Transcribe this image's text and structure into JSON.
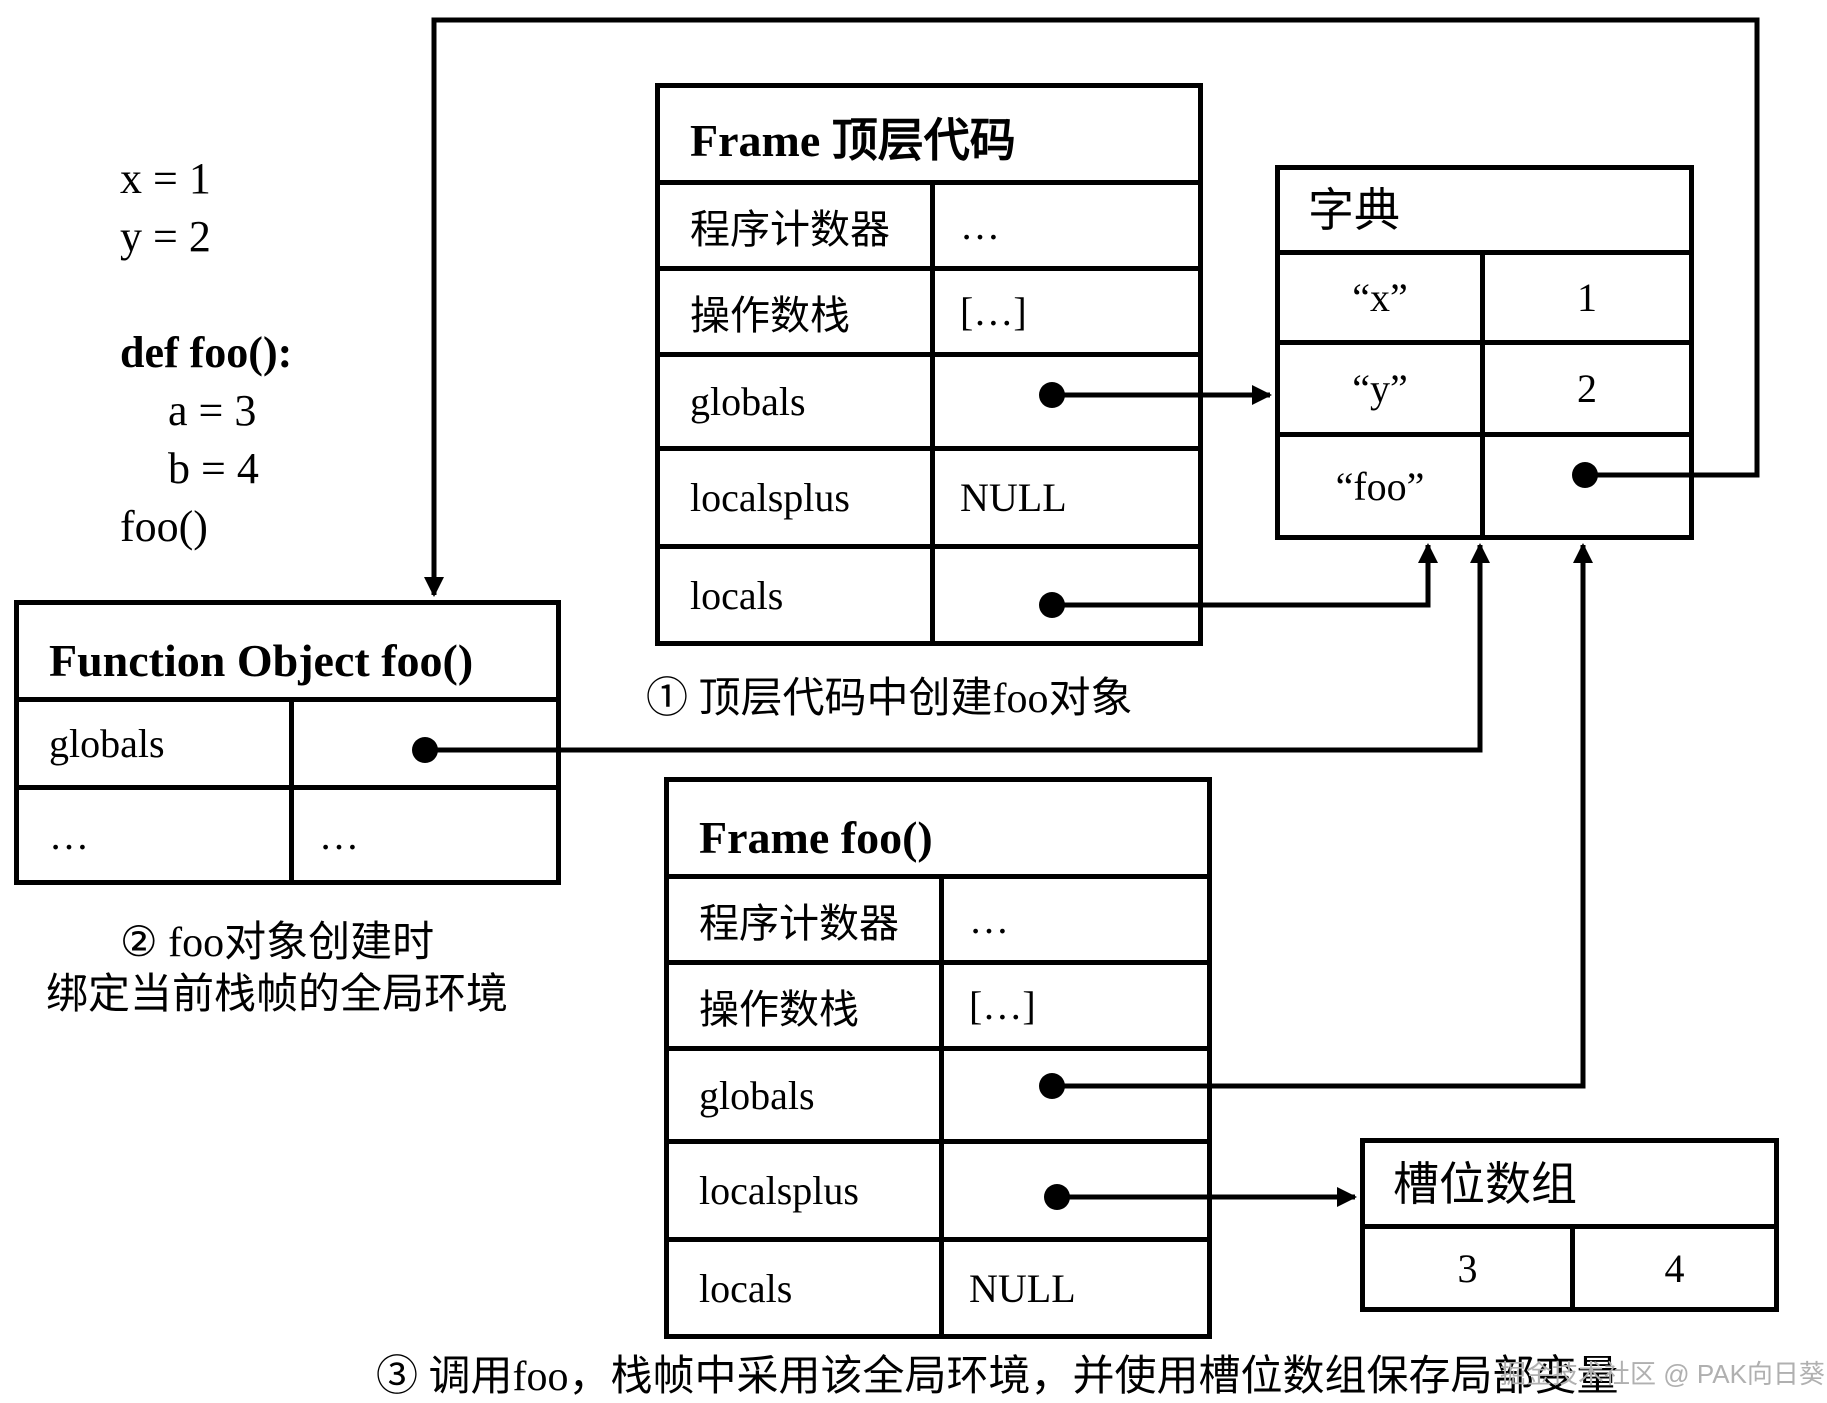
{
  "code": {
    "line1": "x = 1",
    "line2": "y = 2",
    "line3": "def foo():",
    "line4": "a = 3",
    "line5": "b = 4",
    "line6": "foo()"
  },
  "frame_top": {
    "title": "Frame 顶层代码",
    "rows": [
      {
        "label": "程序计数器",
        "value": "…"
      },
      {
        "label": "操作数栈",
        "value": "[…]"
      },
      {
        "label": "globals",
        "value": ""
      },
      {
        "label": "localsplus",
        "value": "NULL"
      },
      {
        "label": "locals",
        "value": ""
      }
    ]
  },
  "dict": {
    "title": "字典",
    "rows": [
      {
        "key": "“x”",
        "value": "1"
      },
      {
        "key": "“y”",
        "value": "2"
      },
      {
        "key": "“foo”",
        "value": ""
      }
    ]
  },
  "function_object": {
    "title": "Function Object foo()",
    "rows": [
      {
        "label": "globals",
        "value": ""
      },
      {
        "label": "…",
        "value": "…"
      }
    ]
  },
  "frame_foo": {
    "title": "Frame foo()",
    "rows": [
      {
        "label": "程序计数器",
        "value": "…"
      },
      {
        "label": "操作数栈",
        "value": "[…]"
      },
      {
        "label": "globals",
        "value": ""
      },
      {
        "label": "localsplus",
        "value": ""
      },
      {
        "label": "locals",
        "value": "NULL"
      }
    ]
  },
  "slots": {
    "title": "槽位数组",
    "values": [
      "3",
      "4"
    ]
  },
  "captions": {
    "step1": "① 顶层代码中创建foo对象",
    "step2_line1": "② foo对象创建时",
    "step2_line2": "绑定当前栈帧的全局环境",
    "step3": "③ 调用foo，栈帧中采用该全局环境，并使用槽位数组保存局部变量"
  },
  "watermark": "掘金技术社区 @ PAK向日葵"
}
